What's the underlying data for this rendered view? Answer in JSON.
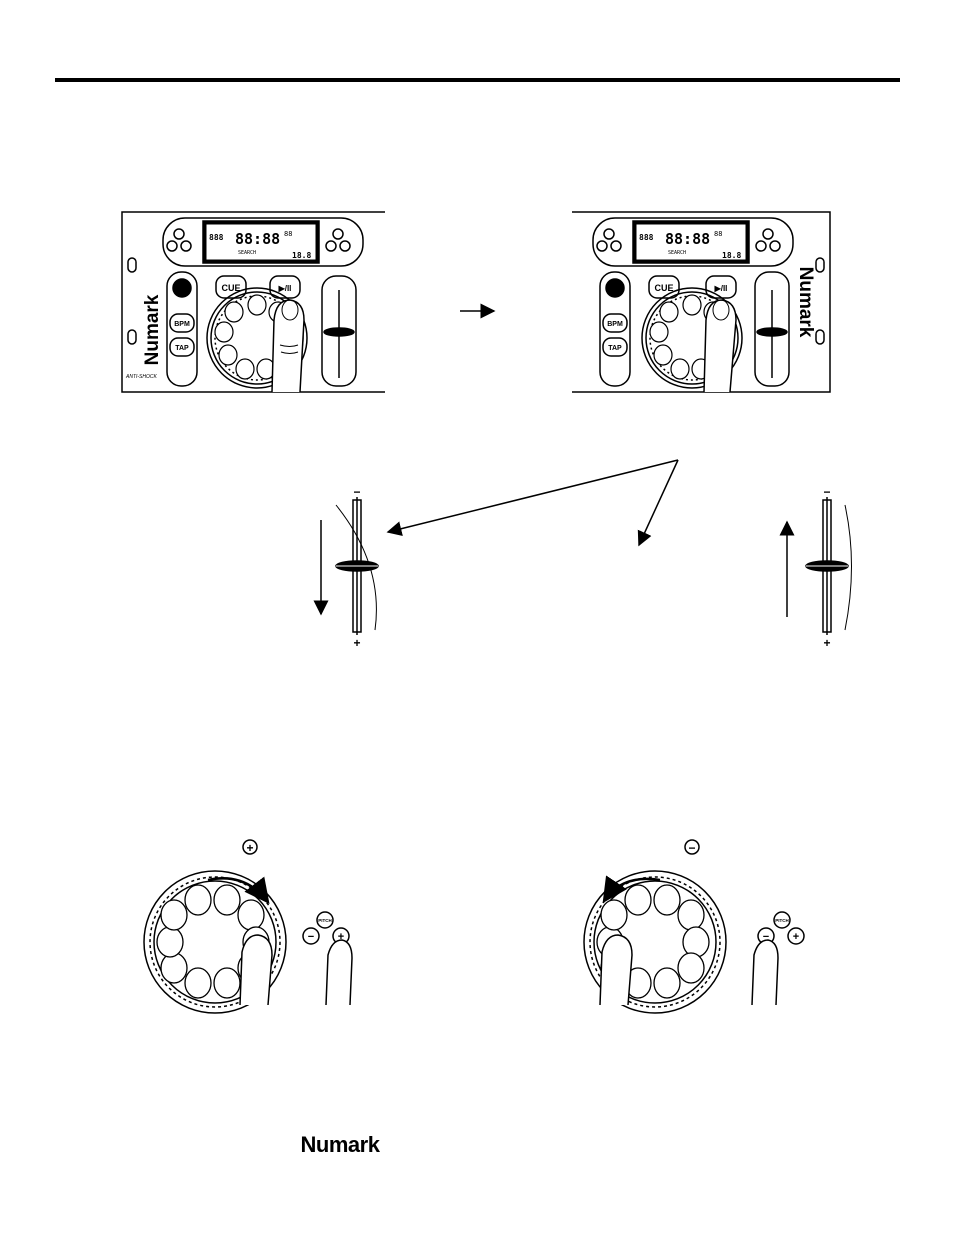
{
  "page": {
    "brand": "Numark"
  },
  "deck": {
    "brand": "Numark",
    "lcd_time": "88:88",
    "lcd_frames": "88",
    "lcd_track": "888",
    "lcd_pitch": "18.8",
    "lcd_search": "SEARCH",
    "cue_label": "CUE",
    "play_label": "▶/II",
    "bpm_label": "BPM",
    "tap_label": "TAP",
    "antishock_label": "ANTI-SHOCK"
  },
  "faders": {
    "minus_sign": "−",
    "plus_sign": "+"
  },
  "pitch_bend": {
    "plus_symbol": "+",
    "minus_symbol": "−",
    "pitch_label": "PITCH",
    "minus_btn": "−",
    "plus_btn": "+"
  }
}
